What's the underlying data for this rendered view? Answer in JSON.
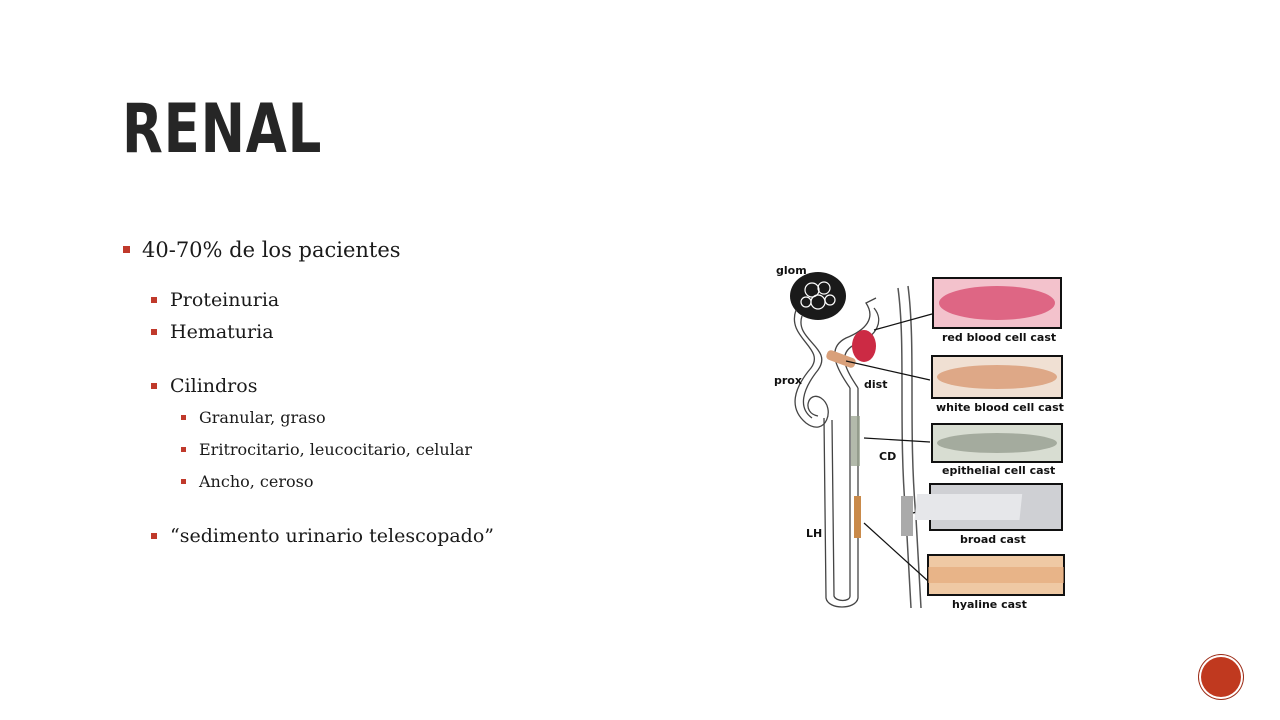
{
  "slide": {
    "title": "RENAL",
    "bullets": [
      {
        "text": "40-70% de los pacientes"
      },
      {
        "text": "Proteinuria"
      },
      {
        "text": "Hematuria"
      },
      {
        "text": "Cilindros"
      },
      {
        "text": "Granular, graso"
      },
      {
        "text": "Eritrocitario, leucocitario, celular"
      },
      {
        "text": "Ancho, ceroso"
      },
      {
        "text": "“sedimento urinario telescopado”"
      }
    ],
    "figure": {
      "nephron_labels": {
        "glom": "glom",
        "prox": "prox",
        "dist": "dist",
        "cd": "CD",
        "lh": "LH"
      },
      "casts": [
        {
          "label": "red blood cell cast"
        },
        {
          "label": "white blood cell cast"
        },
        {
          "label": "epithelial cell cast"
        },
        {
          "label": "broad cast"
        },
        {
          "label": "hyaline cast"
        }
      ]
    },
    "colors": {
      "accent": "#c0392b",
      "title": "#262626",
      "nav_button": "#c0391f"
    }
  }
}
